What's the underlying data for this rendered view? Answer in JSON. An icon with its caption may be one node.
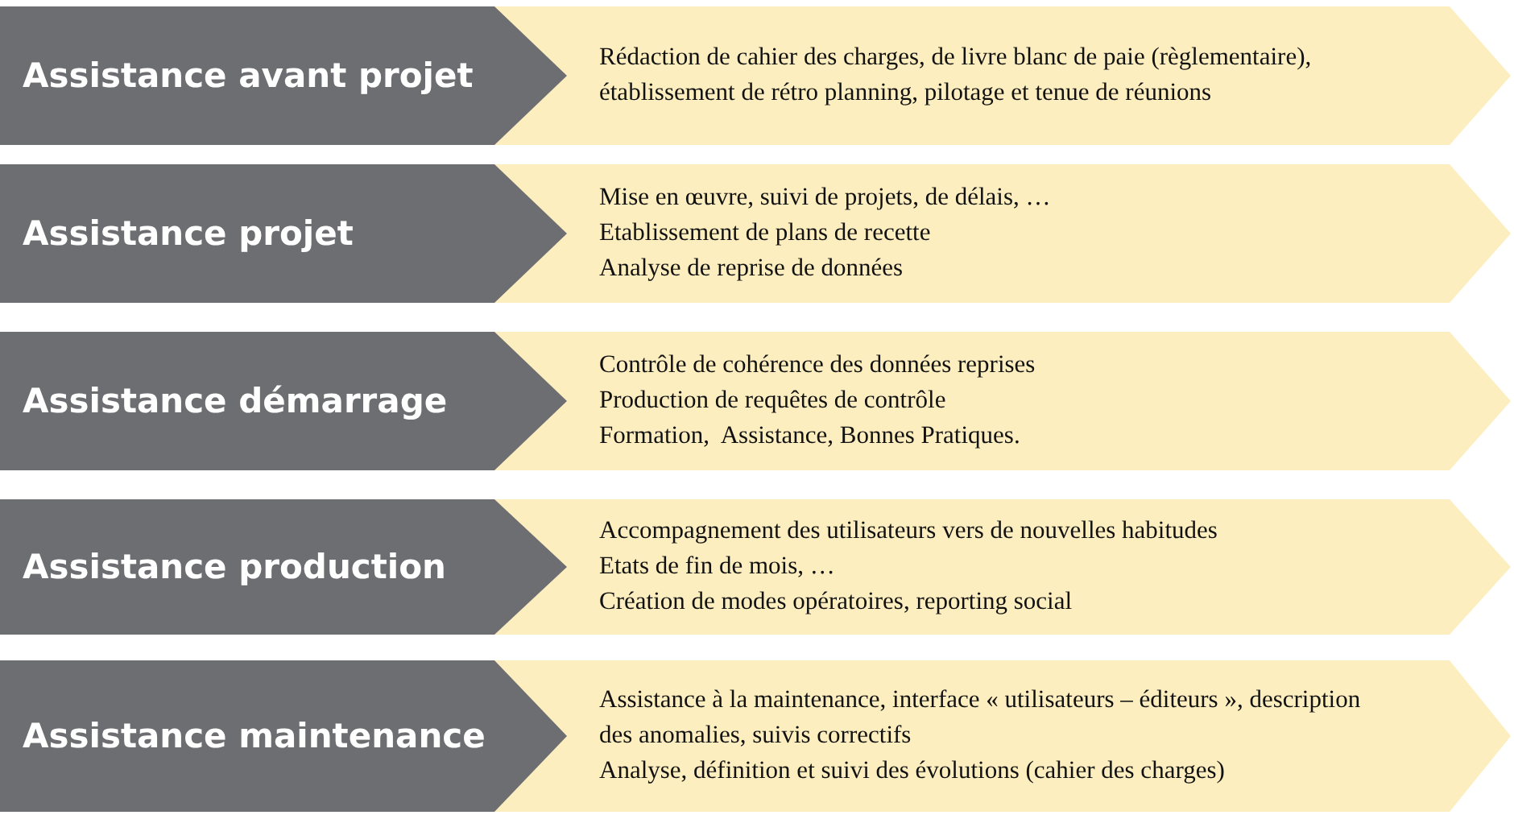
{
  "diagram": {
    "nodes": [
      {
        "text": [
          "Assistance avant projet"
        ]
      },
      {
        "text": [
          "Rédaction de cahier des charges, de livre blanc de paie (règlementaire),  établissement de rétro planning, pilotage et tenue de réunions"
        ]
      },
      {
        "text": [
          "Assistance projet"
        ]
      },
      {
        "text": [
          "Mise en œuvre, suivi de projets, de délais, …",
          "Etablissement de plans de recette",
          "Analyse de reprise de données"
        ]
      },
      {
        "text": [
          "Assistance démarrage"
        ]
      },
      {
        "text": [
          "Contrôle de cohérence des données reprises",
          "Production de requêtes de contrôle",
          "Formation,  Assistance, Bonnes Pratiques."
        ]
      },
      {
        "text": [
          "Assistance production"
        ]
      },
      {
        "text": [
          "Accompagnement des utilisateurs vers de nouvelles habitudes",
          "Etats de fin de mois, …",
          "Création de modes opératoires, reporting social"
        ]
      },
      {
        "text": [
          "Assistance maintenance"
        ]
      },
      {
        "text": [
          "Assistance à la maintenance, interface « utilisateurs – éditeurs », description des anomalies, suivis correctifs",
          "Analyse, définition et suivi des évolutions (cahier des charges)"
        ]
      }
    ]
  }
}
